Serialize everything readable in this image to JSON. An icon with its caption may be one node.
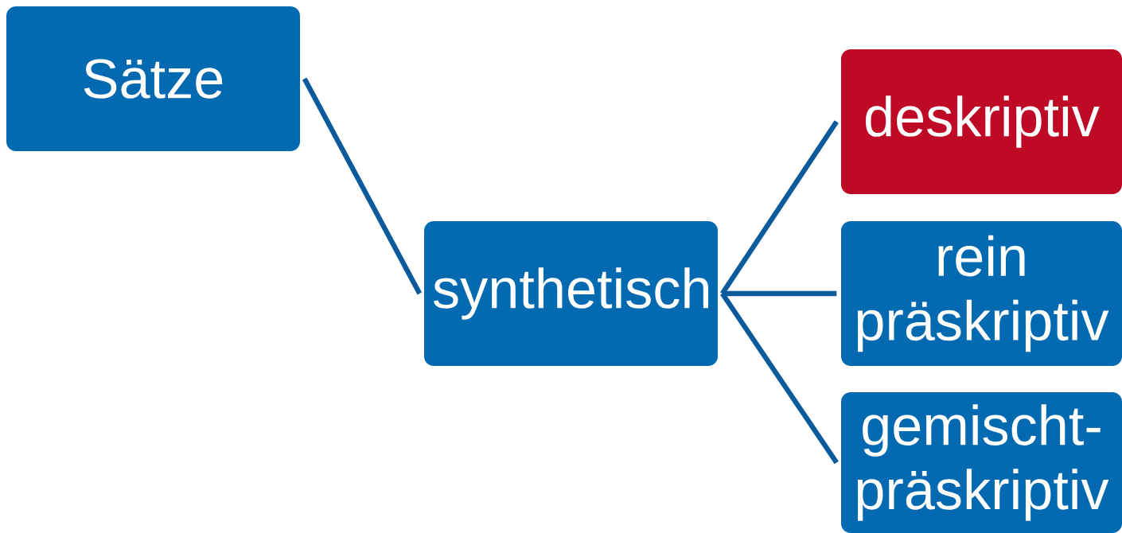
{
  "diagram": {
    "nodes": [
      {
        "text": [
          "Sätze"
        ]
      },
      {
        "text": [
          "synthetisch"
        ]
      },
      {
        "text": [
          "deskriptiv"
        ]
      },
      {
        "text": [
          "rein präskriptiv"
        ]
      },
      {
        "text": [
          "gemischt-präskriptiv"
        ]
      }
    ],
    "edges": [
      {
        "from": 0,
        "to": 1,
        "arrow": "none"
      },
      {
        "from": 1,
        "to": 2,
        "arrow": "none"
      },
      {
        "from": 1,
        "to": 3,
        "arrow": "none"
      },
      {
        "from": 1,
        "to": 4,
        "arrow": "none"
      }
    ]
  }
}
